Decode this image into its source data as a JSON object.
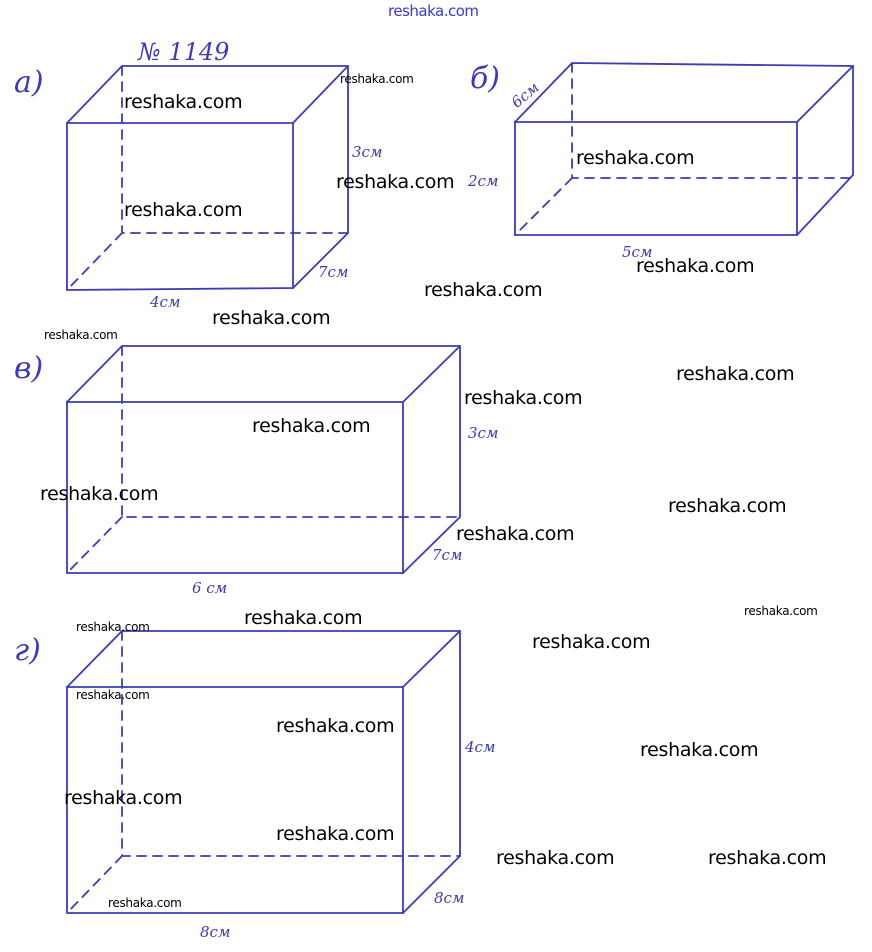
{
  "header_link": "reshaka.com",
  "watermark": "reshaka.com",
  "problem_number": "№ 1149",
  "figures": [
    {
      "label": "а)",
      "height": "3см",
      "depth": "7см",
      "width": "4см"
    },
    {
      "label": "б)",
      "height": "2см",
      "depth": "6см",
      "width": "5см"
    },
    {
      "label": "в)",
      "height": "3см",
      "depth": "7см",
      "width": "6 см"
    },
    {
      "label": "г)",
      "height": "4см",
      "depth": "8см",
      "width": "8см"
    }
  ],
  "colors": {
    "ink": "#3c3cb4",
    "watermark": "#000000"
  }
}
